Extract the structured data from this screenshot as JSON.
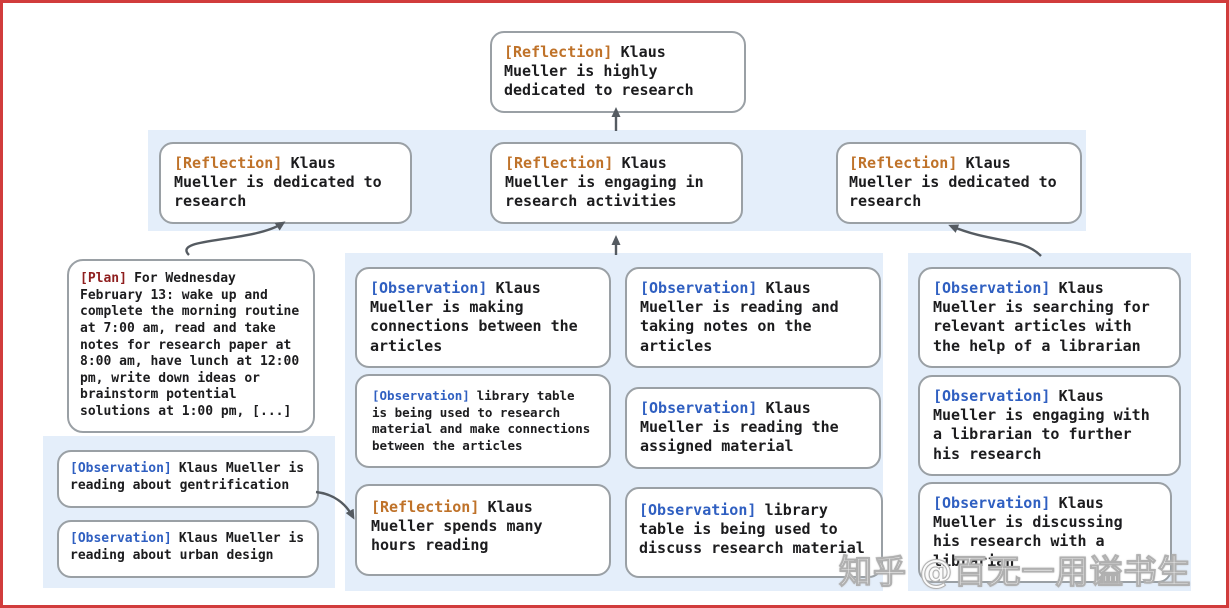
{
  "colors": {
    "frame_border": "#d13c3c",
    "band_background": "#e4eefa",
    "box_border": "#9aa0a5",
    "text": "#1c1c1e",
    "reflection_tag": "#bf7229",
    "observation_tag": "#2f5fc1",
    "plan_tag": "#8f1e1e",
    "arrow": "#555b61"
  },
  "watermark": {
    "text": "知乎 @百无一用谥书生"
  },
  "diagram": {
    "root": {
      "tag": "[Reflection]",
      "text": "Klaus Mueller is highly dedicated to research"
    },
    "level2": [
      {
        "tag": "[Reflection]",
        "text": "Klaus Mueller is dedicated to research"
      },
      {
        "tag": "[Reflection]",
        "text": "Klaus Mueller is engaging in research activities"
      },
      {
        "tag": "[Reflection]",
        "text": "Klaus Mueller is dedicated to research"
      }
    ],
    "plan": {
      "tag": "[Plan]",
      "text": "For Wednesday February 13: wake up and complete the morning routine at 7:00 am, read and take notes for research paper at 8:00 am, have lunch at 12:00 pm, write down ideas or brainstorm potential solutions at 1:00 pm, [...]"
    },
    "left_observations": [
      {
        "tag": "[Observation]",
        "text": "Klaus Mueller is reading about gentrification"
      },
      {
        "tag": "[Observation]",
        "text": "Klaus Mueller is reading about urban design"
      }
    ],
    "middle_col1": [
      {
        "tag": "[Observation]",
        "text": "Klaus Mueller is making connections between the articles"
      },
      {
        "tag": "[Observation]",
        "text": "library table is being used to research material and make connections between the articles"
      },
      {
        "tag": "[Reflection]",
        "text": "Klaus Mueller spends many hours reading"
      }
    ],
    "middle_col2": [
      {
        "tag": "[Observation]",
        "text": "Klaus Mueller is reading and taking notes on the articles"
      },
      {
        "tag": "[Observation]",
        "text": "Klaus Mueller is reading the assigned material"
      },
      {
        "tag": "[Observation]",
        "text": "library table is being used to discuss research material"
      }
    ],
    "right_col": [
      {
        "tag": "[Observation]",
        "text": "Klaus Mueller is searching for relevant articles with the help of a librarian"
      },
      {
        "tag": "[Observation]",
        "text": "Klaus Mueller is engaging with a librarian to further his research"
      },
      {
        "tag": "[Observation]",
        "text": "Klaus Mueller is discussing his research with a librarian"
      }
    ]
  }
}
